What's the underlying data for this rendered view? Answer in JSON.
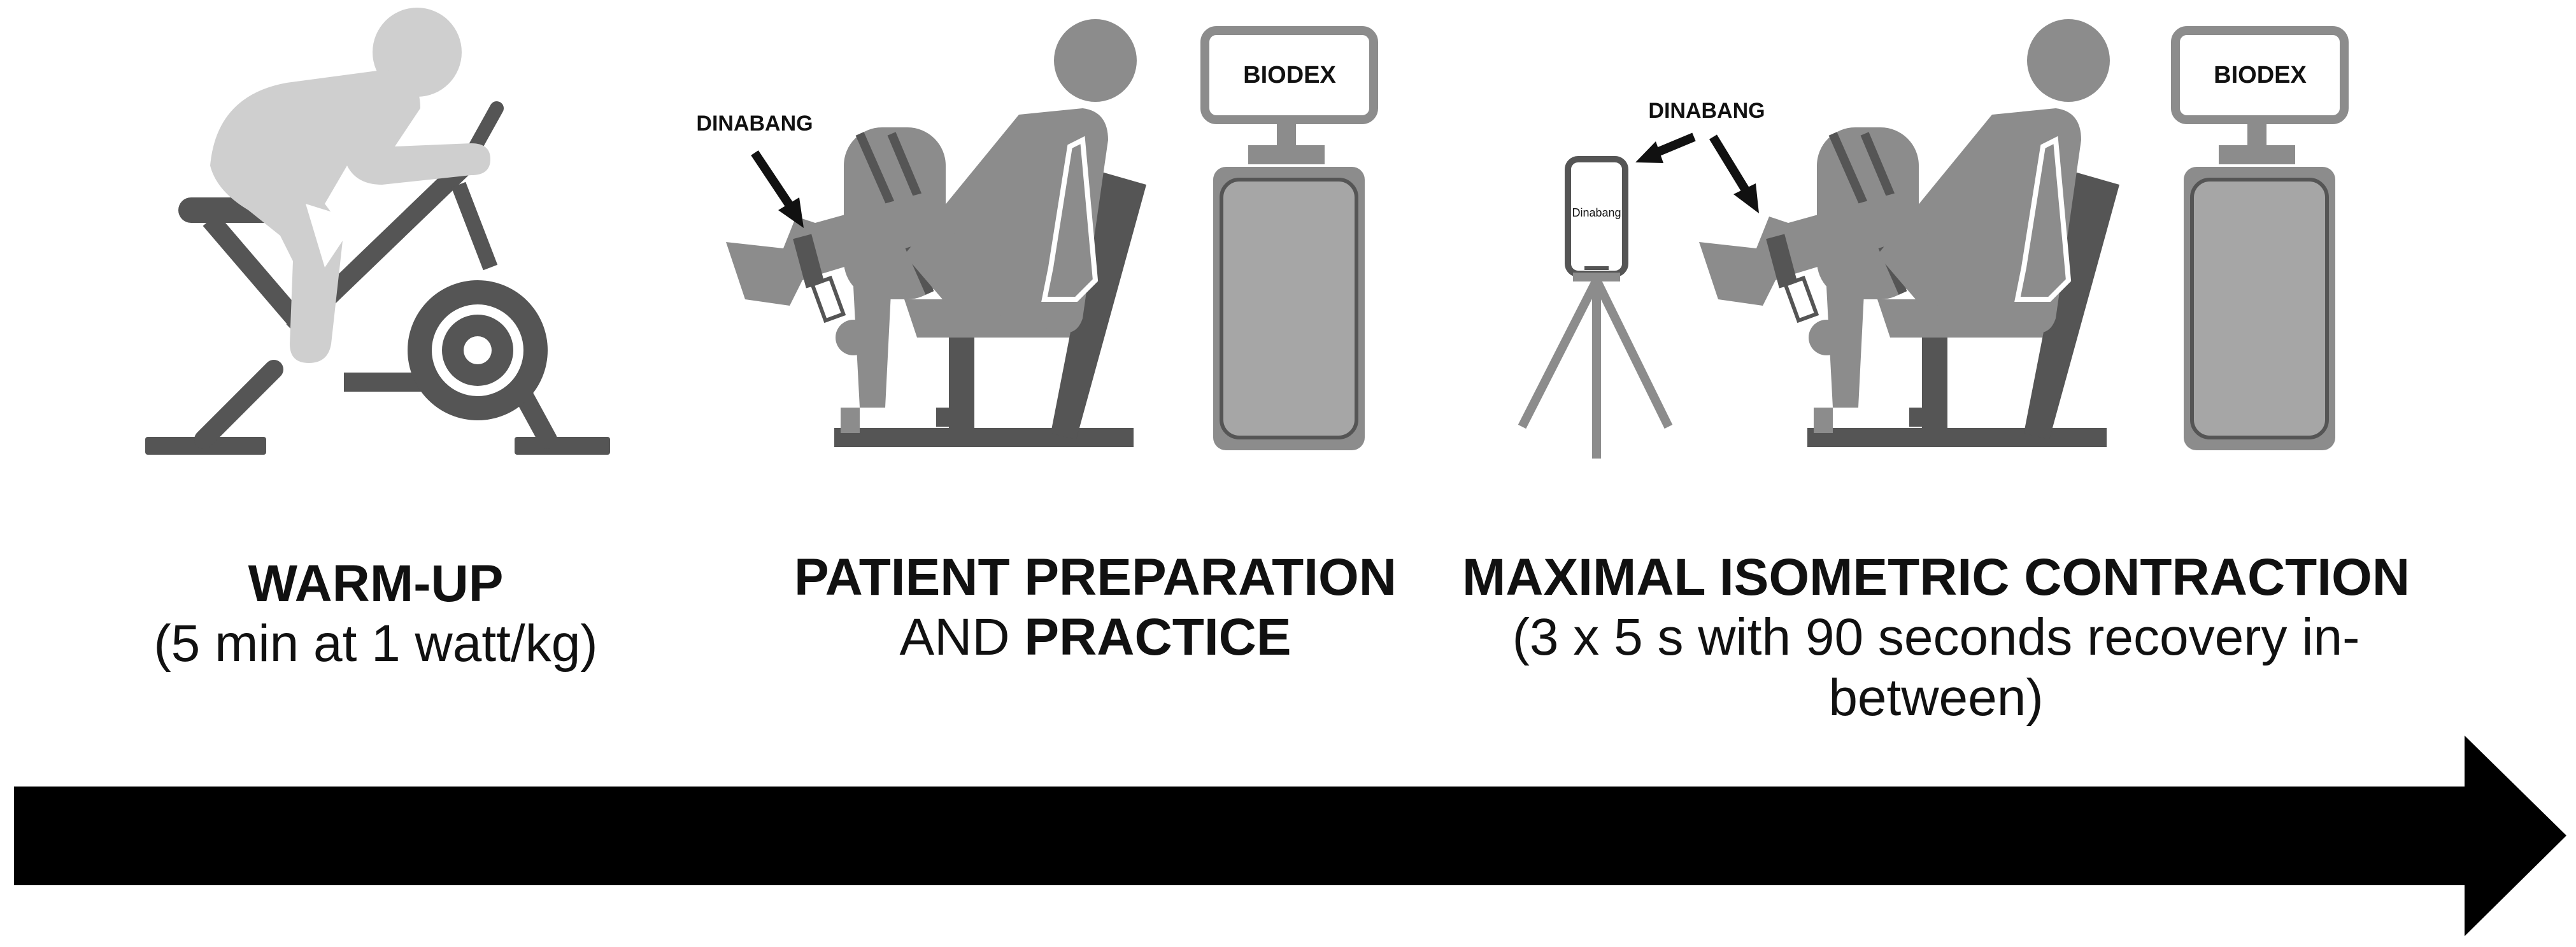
{
  "steps": [
    {
      "id": "warm-up",
      "title": "WARM-UP",
      "subtitle": "(5 min at 1 watt/kg)"
    },
    {
      "id": "patient-preparation",
      "title_line1": "PATIENT PREPARATION",
      "title_line2_regular": "AND ",
      "title_line2_bold": "PRACTICE",
      "pointer_label": "DINABANG",
      "monitor_label": "BIODEX"
    },
    {
      "id": "maximal-isometric",
      "title": "MAXIMAL ISOMETRIC CONTRACTION",
      "subtitle": "(3 x 5 s with 90 seconds recovery in-between)",
      "pointer_label": "DINABANG",
      "phone_label": "Dinabang",
      "monitor_label": "BIODEX"
    }
  ],
  "colors": {
    "dark": "#555555",
    "mid": "#8c8c8c",
    "light": "#cfcfcf",
    "arrow": "#000000"
  }
}
